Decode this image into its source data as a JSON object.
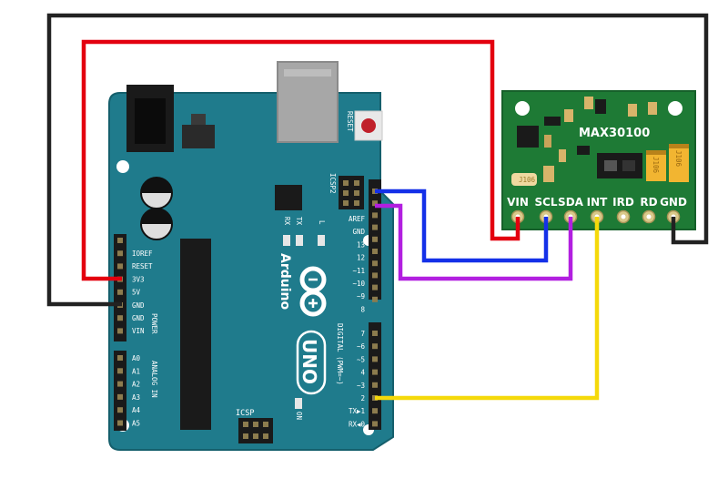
{
  "arduino": {
    "brand": "Arduino",
    "model": "UNO",
    "reset_label": "RESET",
    "icsp2_label": "ICSP2",
    "icsp_label": "ICSP",
    "tx_label": "TX",
    "rx_label": "RX",
    "l_label": "L",
    "on_label": "ON",
    "power_label": "POWER",
    "analog_label": "ANALOG IN",
    "digital_label": "DIGITAL (PWM=~)",
    "power_pins": [
      "IOREF",
      "RESET",
      "3V3",
      "5V",
      "GND",
      "GND",
      "VIN"
    ],
    "analog_pins": [
      "A0",
      "A1",
      "A2",
      "A3",
      "A4",
      "A5"
    ],
    "digital_upper": [
      "AREF",
      "GND",
      "13",
      "12",
      "~11",
      "~10",
      "~9",
      "8"
    ],
    "digital_lower": [
      "7",
      "~6",
      "~5",
      "4",
      "~3",
      "2",
      "TX▶1",
      "RX◀0"
    ]
  },
  "sensor": {
    "chip_label": "MAX30100",
    "cap_label": "J106",
    "pins": [
      "VIN",
      "SCL",
      "SDA",
      "INT",
      "IRD",
      "RD",
      "GND"
    ]
  },
  "wires": [
    {
      "name": "3v3-to-vin",
      "color": "#e3000f"
    },
    {
      "name": "gnd-to-gnd",
      "color": "#222222"
    },
    {
      "name": "scl-to-scl",
      "color": "#1430e8"
    },
    {
      "name": "sda-to-sda",
      "color": "#b21fe0"
    },
    {
      "name": "d2-to-int",
      "color": "#f5d90a"
    }
  ]
}
